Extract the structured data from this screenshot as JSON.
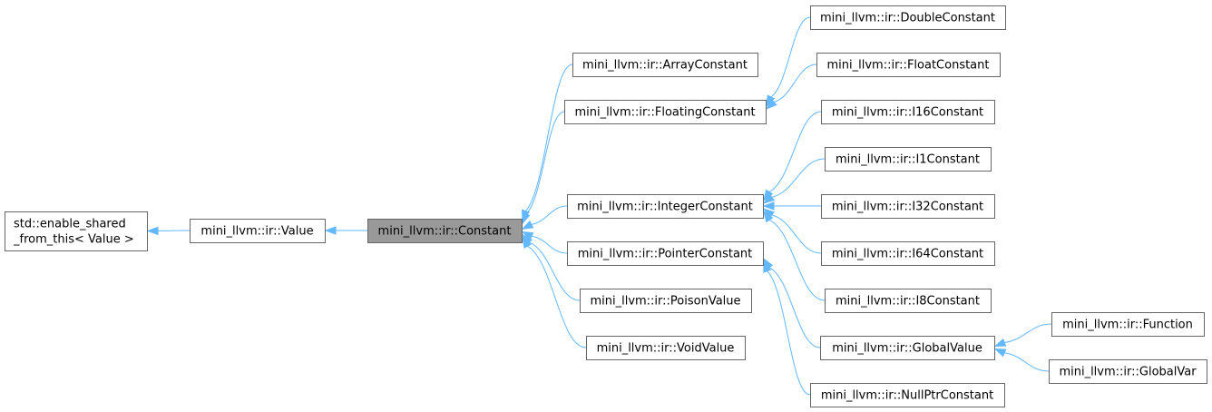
{
  "diagram": {
    "type": "class-inheritance-graph",
    "nodes": [
      {
        "id": "enable_shared",
        "lines": [
          "std::enable_shared",
          "_from_this< Value >"
        ],
        "highlight": false
      },
      {
        "id": "value",
        "lines": [
          "mini_llvm::ir::Value"
        ],
        "highlight": false
      },
      {
        "id": "constant",
        "lines": [
          "mini_llvm::ir::Constant"
        ],
        "highlight": true
      },
      {
        "id": "array_constant",
        "lines": [
          "mini_llvm::ir::ArrayConstant"
        ],
        "highlight": false
      },
      {
        "id": "floating_constant",
        "lines": [
          "mini_llvm::ir::FloatingConstant"
        ],
        "highlight": false
      },
      {
        "id": "integer_constant",
        "lines": [
          "mini_llvm::ir::IntegerConstant"
        ],
        "highlight": false
      },
      {
        "id": "pointer_constant",
        "lines": [
          "mini_llvm::ir::PointerConstant"
        ],
        "highlight": false
      },
      {
        "id": "poison_value",
        "lines": [
          "mini_llvm::ir::PoisonValue"
        ],
        "highlight": false
      },
      {
        "id": "void_value",
        "lines": [
          "mini_llvm::ir::VoidValue"
        ],
        "highlight": false
      },
      {
        "id": "double_constant",
        "lines": [
          "mini_llvm::ir::DoubleConstant"
        ],
        "highlight": false
      },
      {
        "id": "float_constant",
        "lines": [
          "mini_llvm::ir::FloatConstant"
        ],
        "highlight": false
      },
      {
        "id": "i16_constant",
        "lines": [
          "mini_llvm::ir::I16Constant"
        ],
        "highlight": false
      },
      {
        "id": "i1_constant",
        "lines": [
          "mini_llvm::ir::I1Constant"
        ],
        "highlight": false
      },
      {
        "id": "i32_constant",
        "lines": [
          "mini_llvm::ir::I32Constant"
        ],
        "highlight": false
      },
      {
        "id": "i64_constant",
        "lines": [
          "mini_llvm::ir::I64Constant"
        ],
        "highlight": false
      },
      {
        "id": "i8_constant",
        "lines": [
          "mini_llvm::ir::I8Constant"
        ],
        "highlight": false
      },
      {
        "id": "global_value",
        "lines": [
          "mini_llvm::ir::GlobalValue"
        ],
        "highlight": false
      },
      {
        "id": "null_ptr_constant",
        "lines": [
          "mini_llvm::ir::NullPtrConstant"
        ],
        "highlight": false
      },
      {
        "id": "function",
        "lines": [
          "mini_llvm::ir::Function"
        ],
        "highlight": false
      },
      {
        "id": "global_var",
        "lines": [
          "mini_llvm::ir::GlobalVar"
        ],
        "highlight": false
      }
    ],
    "edges": [
      {
        "base": "enable_shared",
        "derived": "value"
      },
      {
        "base": "value",
        "derived": "constant"
      },
      {
        "base": "constant",
        "derived": "array_constant"
      },
      {
        "base": "constant",
        "derived": "floating_constant"
      },
      {
        "base": "constant",
        "derived": "integer_constant"
      },
      {
        "base": "constant",
        "derived": "pointer_constant"
      },
      {
        "base": "constant",
        "derived": "poison_value"
      },
      {
        "base": "constant",
        "derived": "void_value"
      },
      {
        "base": "floating_constant",
        "derived": "double_constant"
      },
      {
        "base": "floating_constant",
        "derived": "float_constant"
      },
      {
        "base": "integer_constant",
        "derived": "i16_constant"
      },
      {
        "base": "integer_constant",
        "derived": "i1_constant"
      },
      {
        "base": "integer_constant",
        "derived": "i32_constant"
      },
      {
        "base": "integer_constant",
        "derived": "i64_constant"
      },
      {
        "base": "integer_constant",
        "derived": "i8_constant"
      },
      {
        "base": "pointer_constant",
        "derived": "global_value"
      },
      {
        "base": "pointer_constant",
        "derived": "null_ptr_constant"
      },
      {
        "base": "global_value",
        "derived": "function"
      },
      {
        "base": "global_value",
        "derived": "global_var"
      }
    ],
    "colors": {
      "edge": "#63b8ff",
      "node_border": "#666666",
      "node_fill": "#ffffff",
      "highlight_fill": "#999999"
    }
  }
}
